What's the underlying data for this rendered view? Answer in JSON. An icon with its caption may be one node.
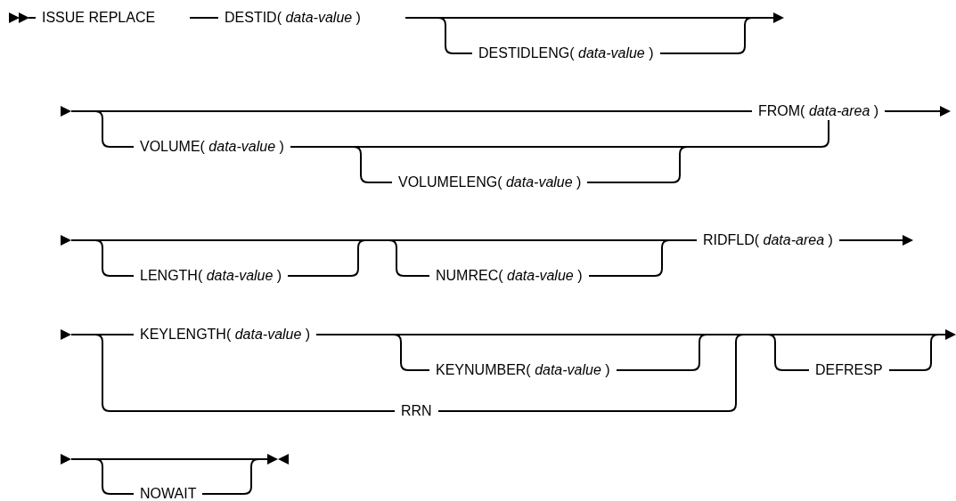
{
  "diagram": {
    "labels": [
      "ISSUE REPLACE",
      "DESTID( *data-value* )",
      "DESTIDLENG( *data-value* )",
      "FROM( *data-area* )",
      "VOLUME( *data-value* )",
      "VOLUMELENG( *data-value* )",
      "RIDFLD( *data-area* )",
      "LENGTH( *data-value* )",
      "NUMREC( *data-value* )",
      "KEYLENGTH( *data-value* )",
      "KEYNUMBER( *data-value* )",
      "DEFRESP",
      "RRN",
      "NOWAIT"
    ]
  }
}
